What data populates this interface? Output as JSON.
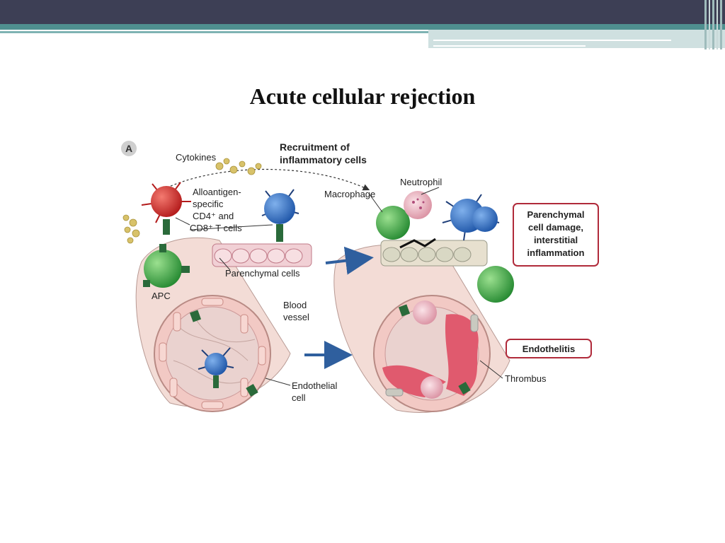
{
  "slide": {
    "title": "Acute cellular rejection"
  },
  "figure": {
    "panel_label": "A",
    "labels": {
      "cytokines": "Cytokines",
      "recruitment_line1": "Recruitment of",
      "recruitment_line2": "inflammatory cells",
      "neutrophil": "Neutrophil",
      "macrophage": "Macrophage",
      "tcells_line1": "Alloantigen-",
      "tcells_line2": "specific",
      "tcells_line3": "CD4⁺ and",
      "tcells_line4": "CD8⁺ T cells",
      "parenchymal_cells": "Parenchymal cells",
      "apc": "APC",
      "blood_line1": "Blood",
      "blood_line2": "vessel",
      "endo_line1": "Endothelial",
      "endo_line2": "cell",
      "thrombus": "Thrombus"
    },
    "boxes": {
      "damage_line1": "Parenchymal",
      "damage_line2": "cell damage,",
      "damage_line3": "interstitial",
      "damage_line4": "inflammation",
      "endothelitis": "Endothelitis"
    },
    "colors": {
      "tcell_blue": "#2e6fc4",
      "apc_green": "#3aa845",
      "red_cell": "#d42a2a",
      "cytokine_yellow": "#d8c26a",
      "vessel_pink": "#f2c9c4",
      "thrombus_red": "#e05a6e",
      "box_border": "#b02a3a",
      "arrow_blue": "#2f5f9e"
    }
  }
}
